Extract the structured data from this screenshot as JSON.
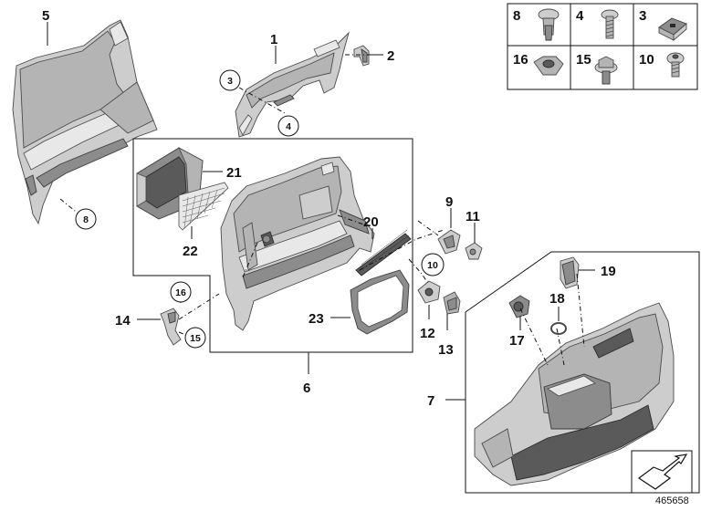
{
  "callouts": {
    "c1": "1",
    "c2": "2",
    "c3": "3",
    "c4": "4",
    "c5": "5",
    "c6": "6",
    "c7": "7",
    "c8": "8",
    "c9": "9",
    "c10": "10",
    "c11": "11",
    "c12": "12",
    "c13": "13",
    "c14": "14",
    "c15": "15",
    "c16": "16",
    "c17": "17",
    "c18": "18",
    "c19": "19",
    "c20": "20",
    "c21": "21",
    "c22": "22",
    "c23": "23"
  },
  "legend": {
    "items": [
      "8",
      "4",
      "3",
      "16",
      "15",
      "10"
    ]
  },
  "diagram_id": "465658",
  "colors": {
    "part_fill": "#b4b4b4",
    "part_outline": "#4a4a4a",
    "line": "#111111"
  }
}
